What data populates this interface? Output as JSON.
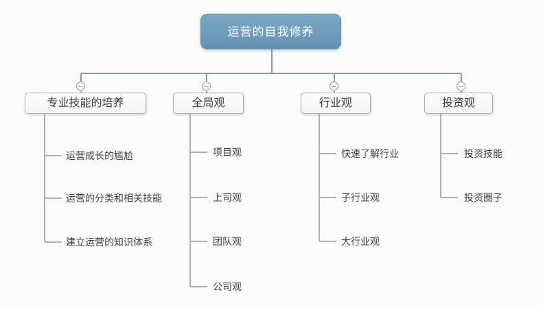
{
  "colors": {
    "background": "#fafbfa",
    "root_fill": "#6d9ebd",
    "root_text": "#ffffff",
    "branch_fill": "#f9fafa",
    "branch_border": "#a9aeb1",
    "branch_text": "#3b3b3b",
    "connector": "#8f999c",
    "child_connector": "#aab0b4"
  },
  "icons": {
    "collapse": "minus-circle"
  },
  "root": {
    "label": "运营的自我修养"
  },
  "branches": [
    {
      "label": "专业技能的培养",
      "children": [
        "运营成长的尴尬",
        "运营的分类和相关技能",
        "建立运营的知识体系"
      ]
    },
    {
      "label": "全局观",
      "children": [
        "项目观",
        "上司观",
        "团队观",
        "公司观"
      ]
    },
    {
      "label": "行业观",
      "children": [
        "快速了解行业",
        "子行业观",
        "大行业观"
      ]
    },
    {
      "label": "投资观",
      "children": [
        "投资技能",
        "投资圈子"
      ]
    }
  ]
}
